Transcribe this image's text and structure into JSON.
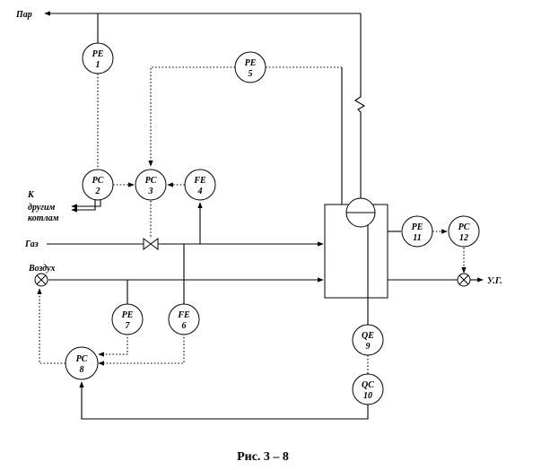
{
  "labels": {
    "steam": "Пар",
    "to_other_1": "К",
    "to_other_2": "другим",
    "to_other_3": "котлам",
    "gas": "Газ",
    "air": "Воздух",
    "flue_gas": "У.Г."
  },
  "instruments": [
    {
      "id": "pe1",
      "code": "PE",
      "num": "1"
    },
    {
      "id": "pc2",
      "code": "PC",
      "num": "2"
    },
    {
      "id": "pc3",
      "code": "PC",
      "num": "3"
    },
    {
      "id": "fe4",
      "code": "FE",
      "num": "4"
    },
    {
      "id": "pe5",
      "code": "PE",
      "num": "5"
    },
    {
      "id": "fe6",
      "code": "FE",
      "num": "6"
    },
    {
      "id": "pe7",
      "code": "PE",
      "num": "7"
    },
    {
      "id": "pc8",
      "code": "PC",
      "num": "8"
    },
    {
      "id": "qe9",
      "code": "QE",
      "num": "9"
    },
    {
      "id": "qc10",
      "code": "QC",
      "num": "10"
    },
    {
      "id": "pe11",
      "code": "PE",
      "num": "11"
    },
    {
      "id": "pc12",
      "code": "PC",
      "num": "12"
    }
  ],
  "caption": "Рис. 3 – 8"
}
